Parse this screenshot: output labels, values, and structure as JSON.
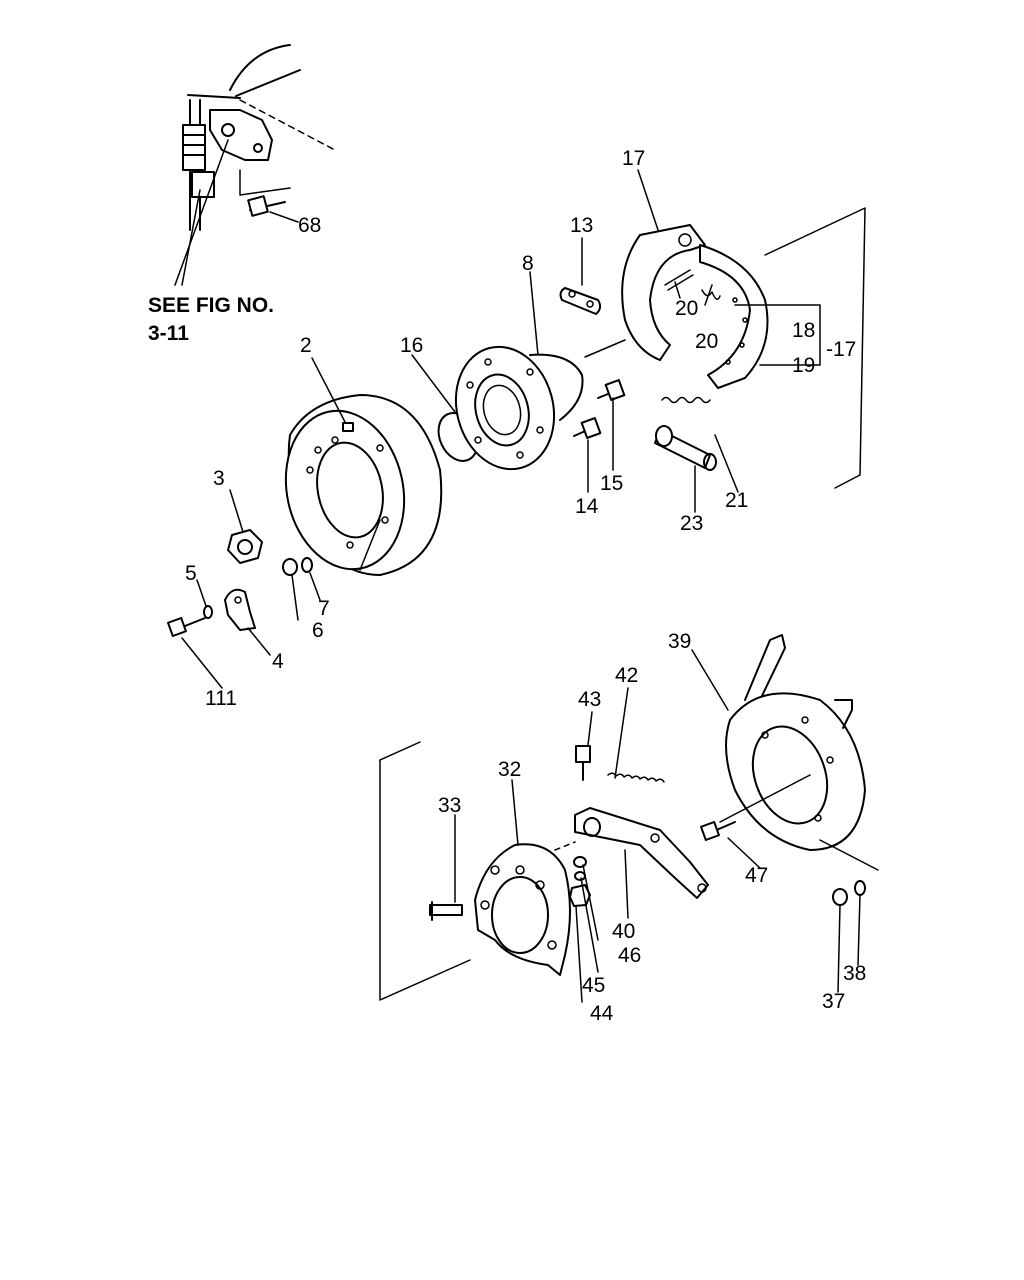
{
  "note": {
    "line1": "SEE FIG NO.",
    "line2": "3-11"
  },
  "labels": {
    "p68": "68",
    "p17a": "17",
    "p13": "13",
    "p8": "8",
    "p20a": "20",
    "p20b": "20",
    "p18": "18",
    "p17b": "-17",
    "p19": "19",
    "p2": "2",
    "p16": "16",
    "p15": "15",
    "p14": "14",
    "p23": "23",
    "p21": "21",
    "p3": "3",
    "p5": "5",
    "p7": "7",
    "p6": "6",
    "p4": "4",
    "p111": "111",
    "p39": "39",
    "p42": "42",
    "p43": "43",
    "p32": "32",
    "p33": "33",
    "p47": "47",
    "p40": "40",
    "p46": "46",
    "p45": "45",
    "p44": "44",
    "p38": "38",
    "p37": "37"
  }
}
